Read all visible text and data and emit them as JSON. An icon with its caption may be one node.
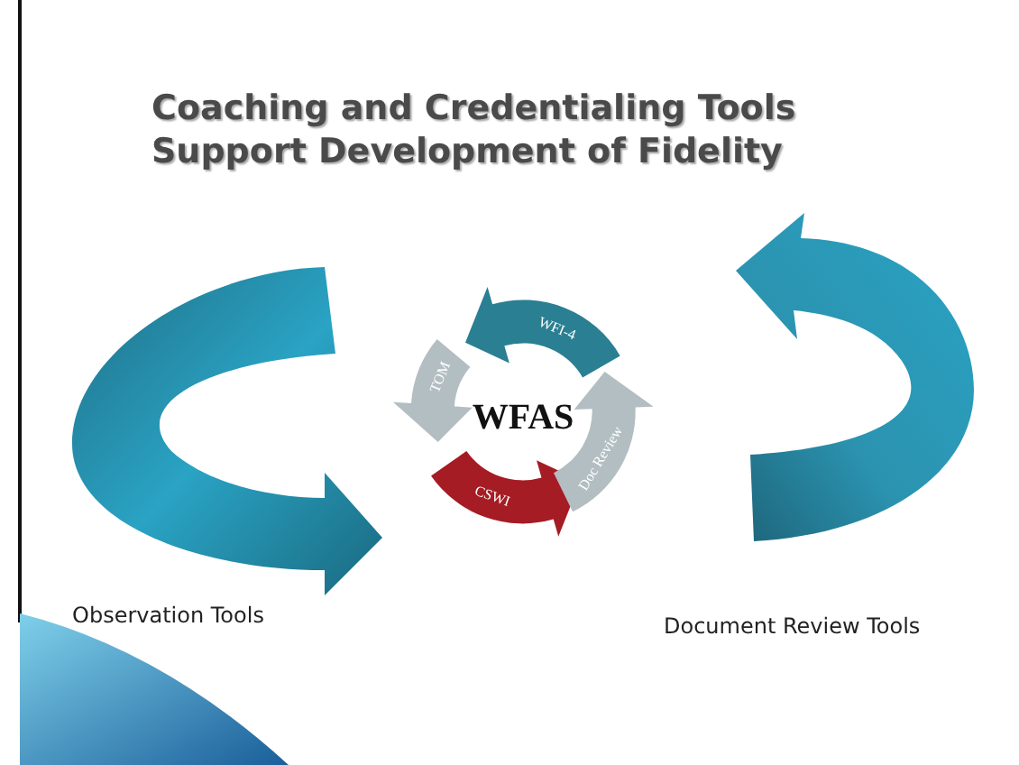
{
  "diagram": {
    "title": "Coaching and Credentialing Tools Support Development of Fidelity",
    "nodes": [
      {
        "text": [
          "WFI-4"
        ]
      },
      {
        "text": [
          "TOM"
        ]
      },
      {
        "text": [
          "CSWI"
        ]
      },
      {
        "text": [
          "Doc Review"
        ]
      }
    ],
    "labels": [
      "WFAS",
      "Observation Tools",
      "Document Review Tools"
    ]
  }
}
